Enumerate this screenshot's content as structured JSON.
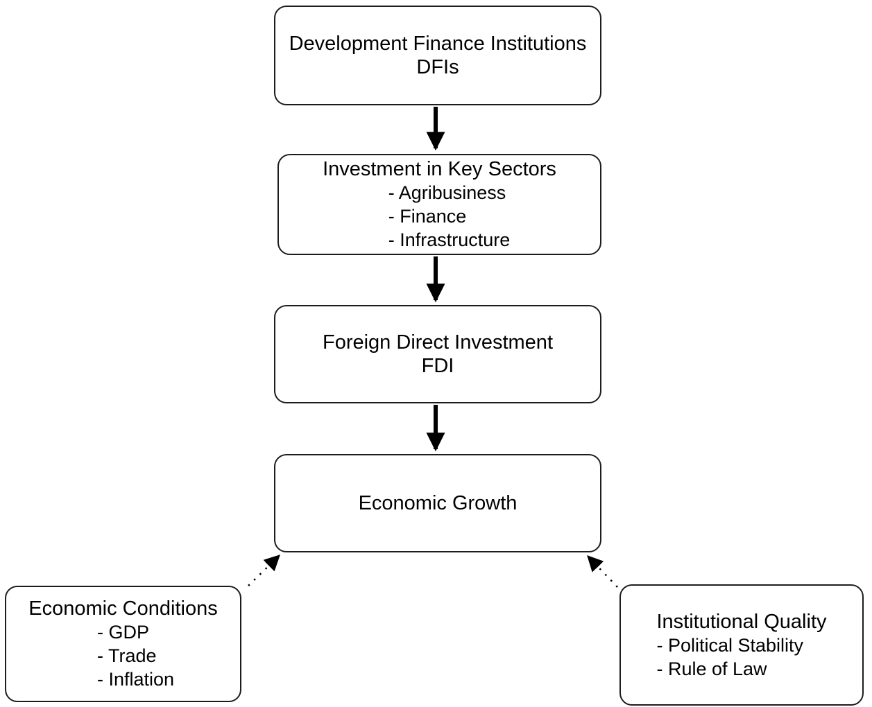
{
  "colors": {
    "background": "#ffffff",
    "node_fill": "#ffffff",
    "node_border": "#1c1c1c",
    "text": "#000000",
    "arrow": "#000000"
  },
  "nodes": {
    "dfis": {
      "title": "Development Finance Institutions",
      "subtitle": "DFIs"
    },
    "sectors": {
      "title": "Investment in Key Sectors",
      "bullets": [
        "- Agribusiness",
        "- Finance",
        "- Infrastructure"
      ]
    },
    "fdi": {
      "title": "Foreign Direct Investment",
      "subtitle": "FDI"
    },
    "growth": {
      "title": "Economic Growth"
    },
    "conditions": {
      "title": "Economic Conditions",
      "bullets": [
        "- GDP",
        "- Trade",
        "- Inflation"
      ]
    },
    "quality": {
      "title": "Institutional Quality",
      "bullets": [
        "- Political Stability",
        "- Rule of Law"
      ]
    }
  },
  "edges": [
    {
      "from": "dfis",
      "to": "sectors",
      "style": "solid"
    },
    {
      "from": "sectors",
      "to": "fdi",
      "style": "solid"
    },
    {
      "from": "fdi",
      "to": "growth",
      "style": "solid"
    },
    {
      "from": "conditions",
      "to": "growth",
      "style": "dashed"
    },
    {
      "from": "quality",
      "to": "growth",
      "style": "dashed"
    }
  ]
}
